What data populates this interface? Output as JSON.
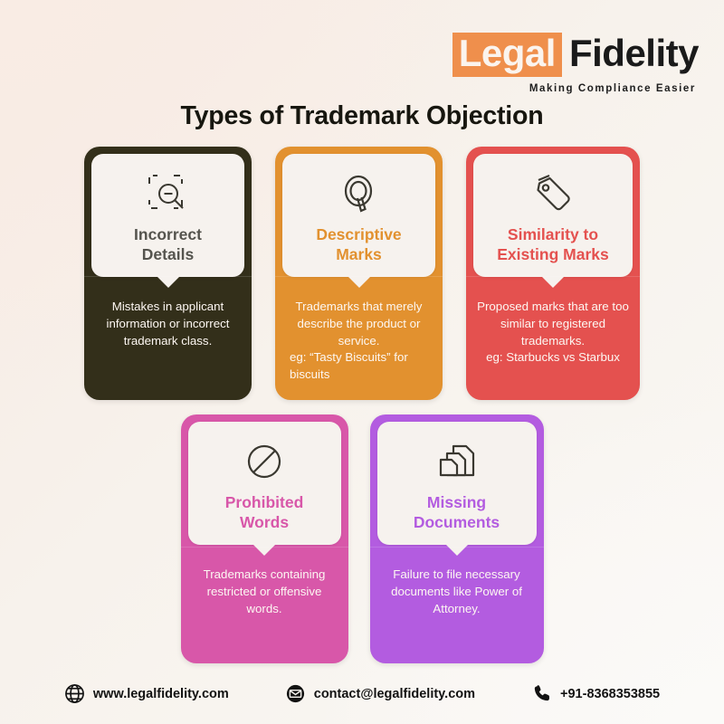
{
  "logo": {
    "word_highlight": "Legal",
    "word_plain": "Fidelity",
    "tagline": "Making Compliance Easier",
    "highlight_color": "#ef8f4c"
  },
  "header": {
    "title": "Types of Trademark Objection"
  },
  "cards": [
    {
      "icon": "dashed-frame-magnifier-minus-icon",
      "heading": "Incorrect\nDetails",
      "heading_line1": "Incorrect",
      "heading_line2": "Details",
      "heading_color": "#55544e",
      "body": "Mistakes in applicant information or incorrect trademark class.",
      "example": "",
      "card_color": "#332f1a",
      "bubble_color": "#f6f2ee"
    },
    {
      "icon": "letter-q-outline-icon",
      "heading": "Descriptive\nMarks",
      "heading_line1": "Descriptive",
      "heading_line2": "Marks",
      "heading_color": "#e2912f",
      "body": "Trademarks that merely describe the product or service.",
      "example": "eg: “Tasty Biscuits” for biscuits",
      "card_color": "#e2912f",
      "bubble_color": "#f6f2ee"
    },
    {
      "icon": "price-tag-icon",
      "heading": "Similarity to\nExisting Marks",
      "heading_line1": "Similarity to",
      "heading_line2": "Existing Marks",
      "heading_color": "#e4514f",
      "body": "Proposed marks that are too similar to registered trademarks.",
      "example": "eg: Starbucks vs Starbux",
      "card_color": "#e4514f",
      "bubble_color": "#f6f2ee"
    },
    {
      "icon": "prohibited-circle-slash-icon",
      "heading": "Prohibited\nWords",
      "heading_line1": "Prohibited",
      "heading_line2": "Words",
      "heading_color": "#d857a9",
      "body": "Trademarks containing restricted or offensive words.",
      "example": "",
      "card_color": "#d857a9",
      "bubble_color": "#f6f2ee"
    },
    {
      "icon": "stacked-documents-icon",
      "heading": "Missing\nDocuments",
      "heading_line1": "Missing",
      "heading_line2": "Documents",
      "heading_color": "#b35ce0",
      "body": "Failure to file necessary documents like Power of Attorney.",
      "example": "",
      "card_color": "#b35ce0",
      "bubble_color": "#f6f2ee"
    }
  ],
  "footer": {
    "website": "www.legalfidelity.com",
    "email": "contact@legalfidelity.com",
    "phone": "+91-8368353855"
  }
}
